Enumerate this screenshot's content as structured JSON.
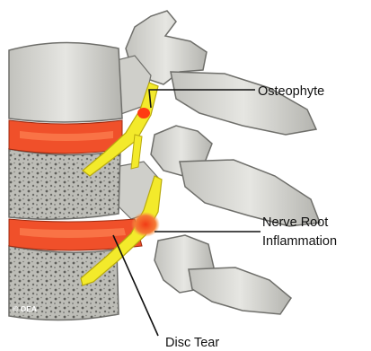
{
  "labels": {
    "osteophyte": "Osteophyte",
    "nerve_root_line1": "Nerve Root",
    "nerve_root_line2": "Inflammation",
    "disc_tear": "Disc Tear"
  },
  "credit": "© OEA",
  "colors": {
    "bone": "#d9d9d4",
    "bone_shadow": "#a7a7a2",
    "bone_outline": "#6f6f6b",
    "disc": "#f0502a",
    "disc_highlight": "#ff8a5a",
    "nerve": "#f3ea2b",
    "nerve_outline": "#b8a90e",
    "inflammation": "#f26a2a",
    "osteophyte_spot": "#ff3b12",
    "text": "#111111"
  }
}
